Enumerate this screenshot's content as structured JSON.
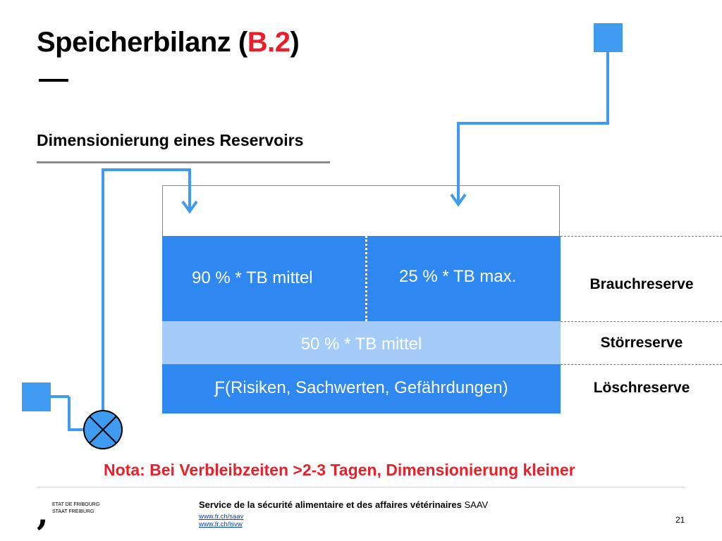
{
  "title": {
    "main": "Speicherbilanz (",
    "highlight": "B.2",
    "close": ")"
  },
  "subtitle": "Dimensionierung eines Reservoirs",
  "tank": {
    "brauch_left": "90 % * TB mittel",
    "brauch_right": "25 % * TB max.",
    "stoer": "50 % * TB mittel",
    "loesch": "Ƒ(Risiken, Sachwerten, Gefährdungen)"
  },
  "labels": {
    "brauchreserve": "Brauchreserve",
    "stoerreserve": "Störreserve",
    "loeschreserve": "Löschreserve"
  },
  "nota": "Nota: Bei Verbleibzeiten >2-3 Tagen, Dimensionierung kleiner",
  "footer": {
    "logo_line1": "ETAT DE FRIBOURG",
    "logo_line2": "STAAT FREIBURG",
    "service_bold": "Service de la sécurité alimentaire et des affaires vétérinaires",
    "service_abbr": " SAAV",
    "link1": "www.fr.ch/saav",
    "link2": "www.fr.ch/lsvw",
    "page": "21"
  },
  "colors": {
    "accent_red": "#e8202a",
    "tank_blue": "#2f87f0",
    "tank_light_blue": "#a5ccf8",
    "pipe_blue": "#3f9bf0"
  }
}
